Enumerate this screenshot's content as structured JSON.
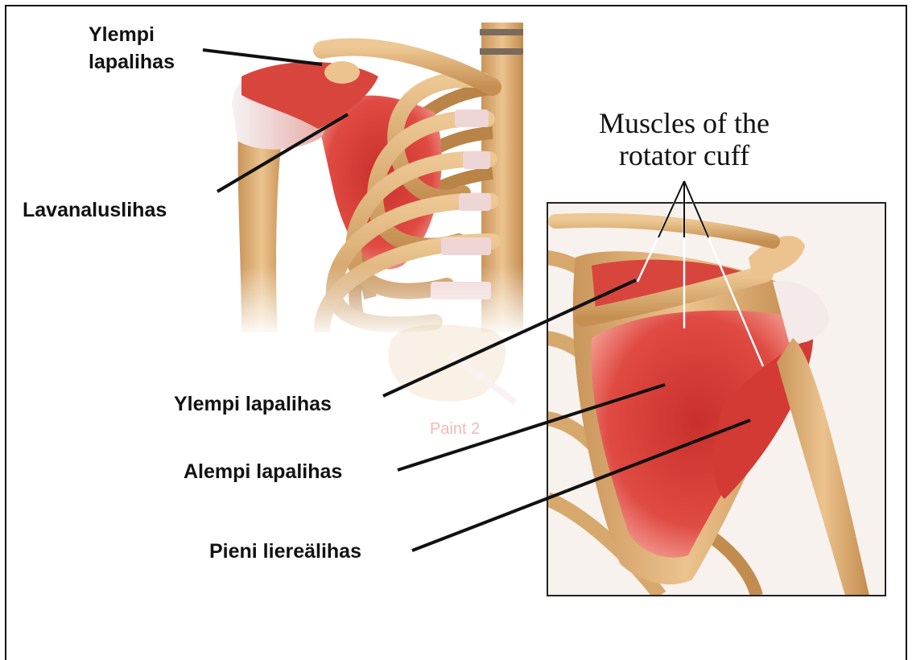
{
  "labels": {
    "top_supraspinatus_line1": "Ylempi",
    "top_supraspinatus_line2": "lapalihas",
    "subscapularis": "Lavanaluslihas",
    "supraspinatus": "Ylempi lapalihas",
    "infraspinatus": "Alempi lapalihas",
    "teres_minor": "Pieni liereälihas"
  },
  "rotator_title_line1": "Muscles of the",
  "rotator_title_line2": "rotator cuff",
  "watermark": "Paint 2",
  "colors": {
    "bone": "#e0b27a",
    "bone_dark": "#b98448",
    "muscle": "#d93a34",
    "muscle_light": "#ee8f86",
    "cartilage": "#efd6d6",
    "tendon": "#e9e6e9"
  }
}
